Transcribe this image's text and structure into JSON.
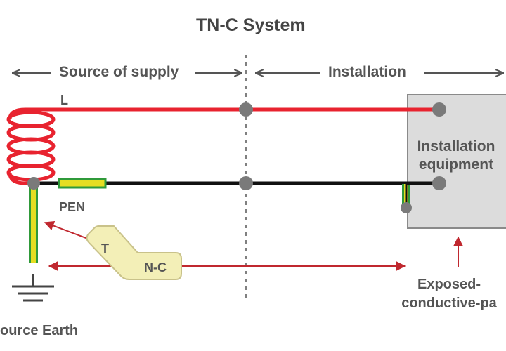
{
  "title": "TN-C System",
  "sections": {
    "supply": "Source of supply",
    "installation": "Installation"
  },
  "conductors": {
    "line": "L",
    "pen": "PEN"
  },
  "equipment": {
    "line1": "Installation",
    "line2": "equipment"
  },
  "system_tag": {
    "t": "T",
    "nc": "N-C"
  },
  "callouts": {
    "exposed_line1": "Exposed-",
    "exposed_line2": "conductive-pa",
    "source_earth": "ource Earth"
  },
  "colors": {
    "line": "#e8232f",
    "pen": "#111111",
    "earth_green": "#2f9a3a",
    "earth_yellow": "#e6de22",
    "node": "#7a7a7a",
    "equipment_fill": "#dcdcdc",
    "tag_fill": "#f3efb7",
    "arrow": "#c0282f",
    "text": "#555555"
  }
}
